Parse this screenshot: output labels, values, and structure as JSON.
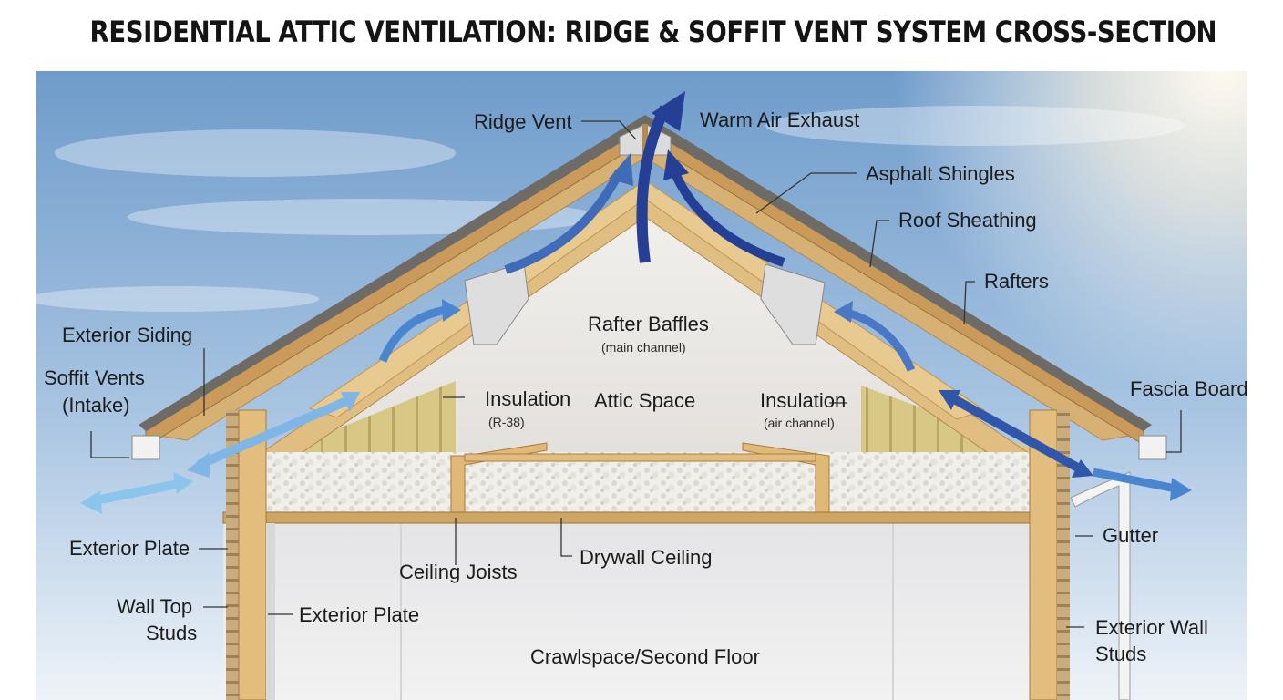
{
  "title": "RESIDENTIAL ATTIC VENTILATION: RIDGE & SOFFIT VENT SYSTEM CROSS-SECTION",
  "labels": {
    "ridge_vent": "Ridge Vent",
    "warm_air_exhaust": "Warm Air Exhaust",
    "asphalt_shingles": "Asphalt Shingles",
    "roof_sheathing": "Roof Sheathing",
    "rafters": "Rafters",
    "exterior_siding": "Exterior Siding",
    "soffit_vents_line1": "Soffit Vents",
    "soffit_vents_line2": "(Intake)",
    "rafter_baffles": "Rafter Baffles",
    "rafter_baffles_sub": "(main channel)",
    "insulation_left": "Insulation",
    "insulation_left_sub": "(R-38)",
    "attic_space": "Attic Space",
    "insulation_right": "Insulation",
    "insulation_right_sub": "(air channel)",
    "fascia_board": "Fascia Board",
    "gutter": "Gutter",
    "exterior_plate_left": "Exterior Plate",
    "ceiling_joists": "Ceiling Joists",
    "drywall_ceiling": "Drywall Ceiling",
    "wall_top_line1": "Wall Top",
    "wall_top_line2": "Studs",
    "exterior_plate_inner": "Exterior Plate",
    "crawlspace": "Crawlspace/Second Floor",
    "exterior_wall_line1": "Exterior Wall",
    "exterior_wall_line2": "Studs"
  },
  "colors": {
    "sky_top": "#6f9ccb",
    "sky_bottom": "#eef3f8",
    "wood": "#e2bf82",
    "wood_dark": "#b8884a",
    "shingles": "#6e6a66",
    "insulation": "#f1efea",
    "batt": "#d9c98a",
    "attic_wall": "#ebe9e6",
    "arrow_dark": "#243f94",
    "arrow_light": "#8cc5ec"
  }
}
